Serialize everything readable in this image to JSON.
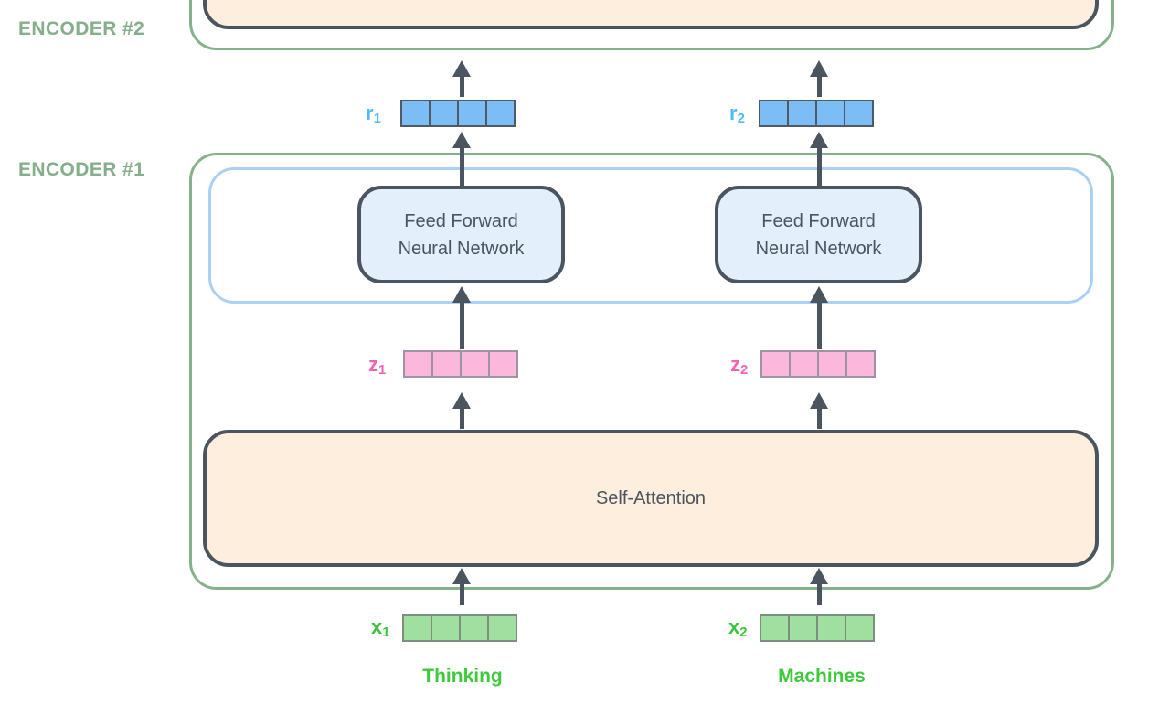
{
  "diagram": {
    "encoder2_label": "ENCODER #2",
    "encoder1_label": "ENCODER #1",
    "ffnn1_line1": "Feed Forward",
    "ffnn1_line2": "Neural Network",
    "ffnn2_line1": "Feed Forward",
    "ffnn2_line2": "Neural Network",
    "self_attention_label": "Self-Attention",
    "labels": {
      "r1_base": "r",
      "r1_sub": "1",
      "r2_base": "r",
      "r2_sub": "2",
      "z1_base": "z",
      "z1_sub": "1",
      "z2_base": "z",
      "z2_sub": "2",
      "x1_base": "x",
      "x1_sub": "1",
      "x2_base": "x",
      "x2_sub": "2"
    },
    "tokens": {
      "token1": "Thinking",
      "token2": "Machines"
    },
    "vector_cells_per_vector": 4,
    "colors": {
      "encoder_border": "#85b28b",
      "encoder_label_text": "#84af8a",
      "dark_outline_and_text": "#4a5560",
      "self_attention_fill": "#fdeedd",
      "ffnn_fill": "#e3f0fc",
      "layer_outline_blue": "#abd0f5",
      "r_vector_fill": "#7cbdf5",
      "r_vector_border": "#4f5a64",
      "r_label_text": "#4dbdf3",
      "z_vector_fill": "#fbb7dc",
      "z_vector_border": "#9e93a2",
      "z_label_text": "#f263b3",
      "x_vector_fill": "#9fdf9f",
      "x_vector_border": "#7e8d7e",
      "x_label_text": "#3cc43c",
      "token_text": "#3dcb3d",
      "background": "#ffffff"
    }
  }
}
